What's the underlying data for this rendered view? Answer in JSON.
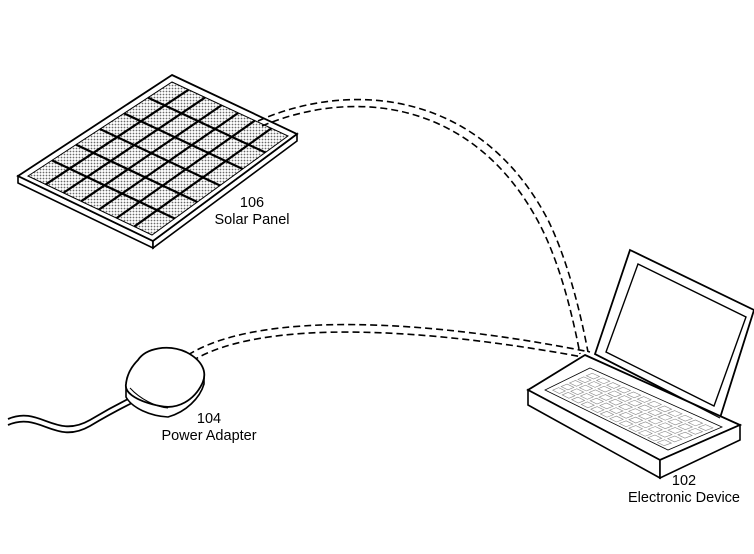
{
  "solar_panel": {
    "ref": "106",
    "name": "Solar Panel"
  },
  "power_adapter": {
    "ref": "104",
    "name": "Power Adapter"
  },
  "electronic_device": {
    "ref": "102",
    "name": "Electronic Device"
  },
  "colors": {
    "line": "#000000",
    "background": "#ffffff",
    "cell_fill": "#9a9a9a"
  },
  "icons": [
    "solar-panel-icon",
    "power-adapter-icon",
    "laptop-icon"
  ]
}
